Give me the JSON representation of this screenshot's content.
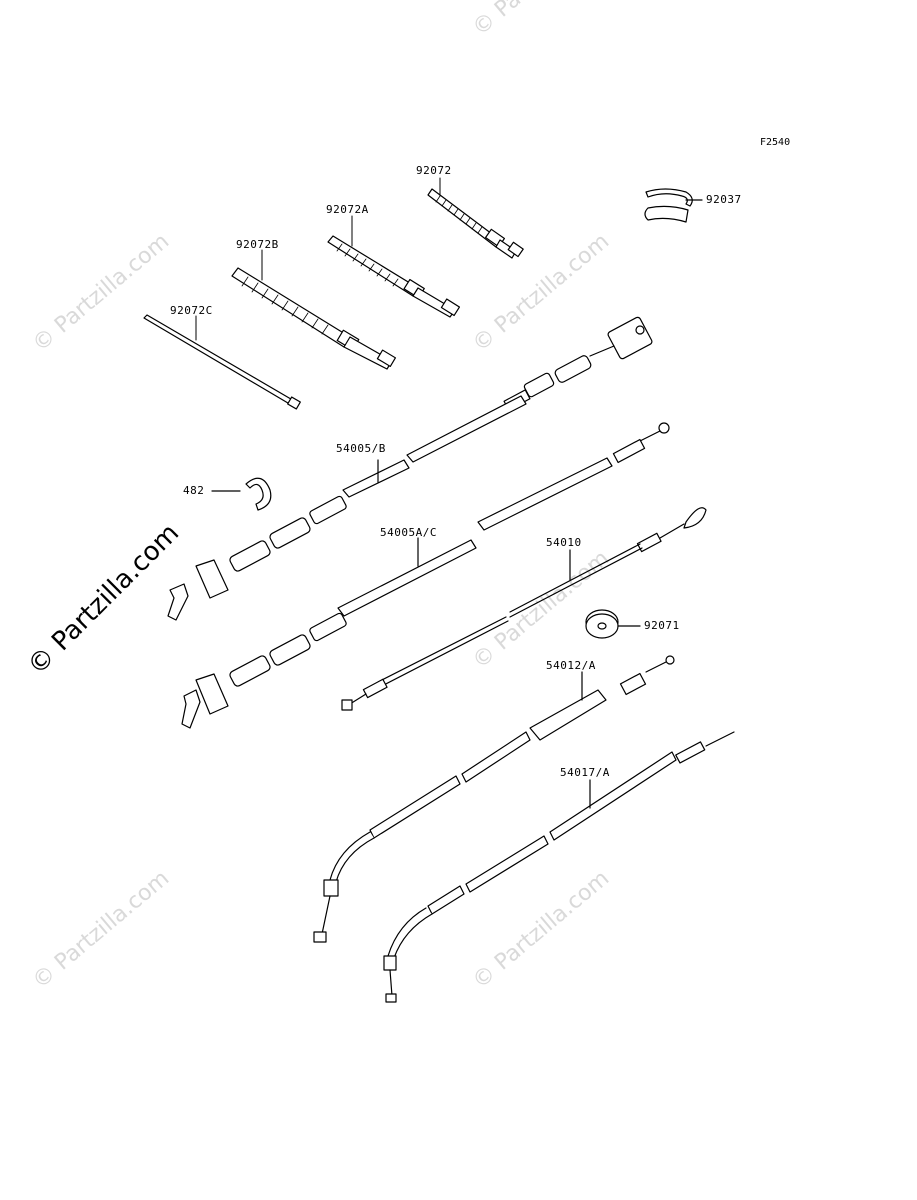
{
  "figure_code": "F2540",
  "watermark": {
    "main": "© Partzilla.com",
    "repeat": "© Partzilla.com"
  },
  "callouts": [
    {
      "id": "92072",
      "text": "92072"
    },
    {
      "id": "92072A",
      "text": "92072A"
    },
    {
      "id": "92072B",
      "text": "92072B"
    },
    {
      "id": "92072C",
      "text": "92072C"
    },
    {
      "id": "92037",
      "text": "92037"
    },
    {
      "id": "54005B",
      "text": "54005/B"
    },
    {
      "id": "482",
      "text": "482"
    },
    {
      "id": "54005AC",
      "text": "54005A/C"
    },
    {
      "id": "54010",
      "text": "54010"
    },
    {
      "id": "92071",
      "text": "92071"
    },
    {
      "id": "54012A",
      "text": "54012/A"
    },
    {
      "id": "54017A",
      "text": "54017/A"
    }
  ]
}
